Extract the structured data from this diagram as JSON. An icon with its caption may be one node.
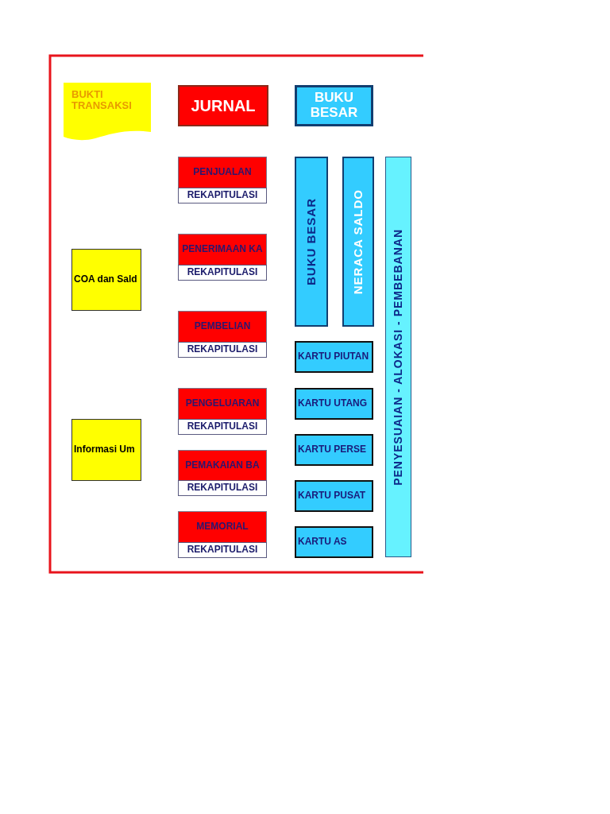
{
  "diagram": {
    "nodes": [
      {
        "text": [
          "BUKTI TRANSAKSI"
        ]
      },
      {
        "text": [
          "JURNAL"
        ]
      },
      {
        "text": [
          "BUKU BESAR"
        ]
      },
      {
        "text": [
          "PENJUALAN"
        ]
      },
      {
        "text": [
          "REKAPITULASI"
        ]
      },
      {
        "text": [
          "BUKU BESAR"
        ]
      },
      {
        "text": [
          "NERACA SALDO"
        ]
      },
      {
        "text": [
          "PENYESUAIAN - ALOKASI - PEMBEBANAN"
        ]
      },
      {
        "text": [
          "PENERIMAAN KA"
        ]
      },
      {
        "text": [
          "REKAPITULASI"
        ]
      },
      {
        "text": [
          "COA dan Sald"
        ]
      },
      {
        "text": [
          "PEMBELIAN"
        ]
      },
      {
        "text": [
          "REKAPITULASI"
        ]
      },
      {
        "text": [
          "KARTU PIUTAN"
        ]
      },
      {
        "text": [
          "PENGELUARAN"
        ]
      },
      {
        "text": [
          "REKAPITULASI"
        ]
      },
      {
        "text": [
          "KARTU UTANG"
        ]
      },
      {
        "text": [
          "Informasi Um"
        ]
      },
      {
        "text": [
          "KARTU PERSE"
        ]
      },
      {
        "text": [
          "PEMAKAIAN BA"
        ]
      },
      {
        "text": [
          "REKAPITULASI"
        ]
      },
      {
        "text": [
          "KARTU PUSAT"
        ]
      },
      {
        "text": [
          "MEMORIAL"
        ]
      },
      {
        "text": [
          "REKAPITULASI"
        ]
      },
      {
        "text": [
          "KARTU AS"
        ]
      }
    ]
  }
}
